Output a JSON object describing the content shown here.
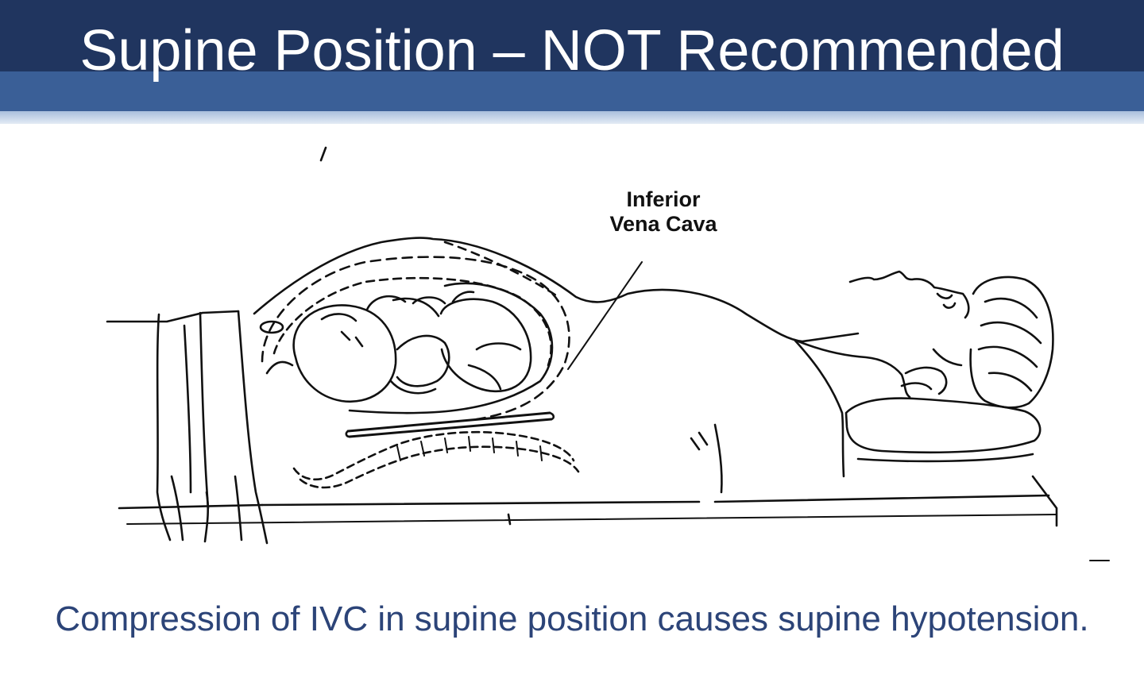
{
  "slide": {
    "title": "Supine Position – NOT Recommended",
    "caption": "Compression of IVC in supine position causes supine hypotension."
  },
  "diagram": {
    "label_line1": "Inferior",
    "label_line2": "Vena Cava"
  },
  "colors": {
    "header_dark": "#20355f",
    "header_mid": "#3a5f97",
    "header_light": "#a9bfdc",
    "caption_text": "#2c4478",
    "line_art": "#111111"
  }
}
